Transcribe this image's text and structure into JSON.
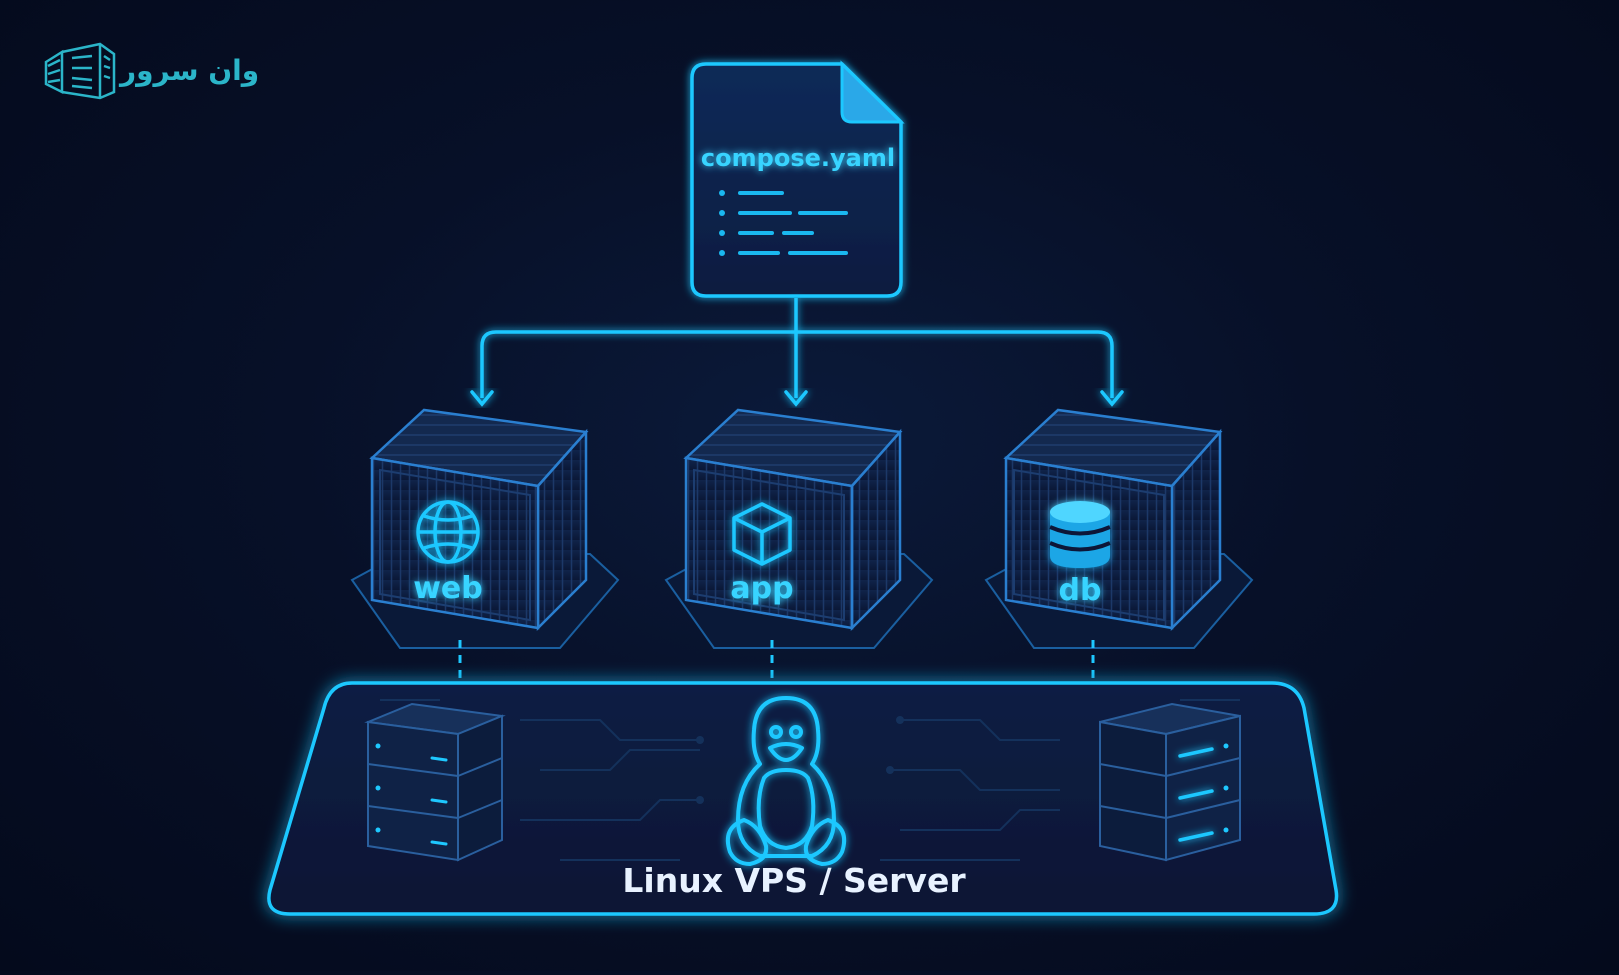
{
  "brand": {
    "logo_text": "وان سرور",
    "logo_color": "#2bb5c9"
  },
  "compose_file": {
    "label": "compose.yaml",
    "icon": "document-icon"
  },
  "services": [
    {
      "label": "web",
      "icon": "globe-icon"
    },
    {
      "label": "app",
      "icon": "cube-icon"
    },
    {
      "label": "db",
      "icon": "database-icon"
    }
  ],
  "host": {
    "label": "Linux VPS / Server",
    "icon": "linux-penguin-icon",
    "rack_icon": "server-rack-icon"
  },
  "colors": {
    "background": "#06102a",
    "neon": "#1ec8ff",
    "neon_text": "#38d4ff",
    "panel": "#0b1c3d",
    "host_label": "#e8f2ff"
  }
}
